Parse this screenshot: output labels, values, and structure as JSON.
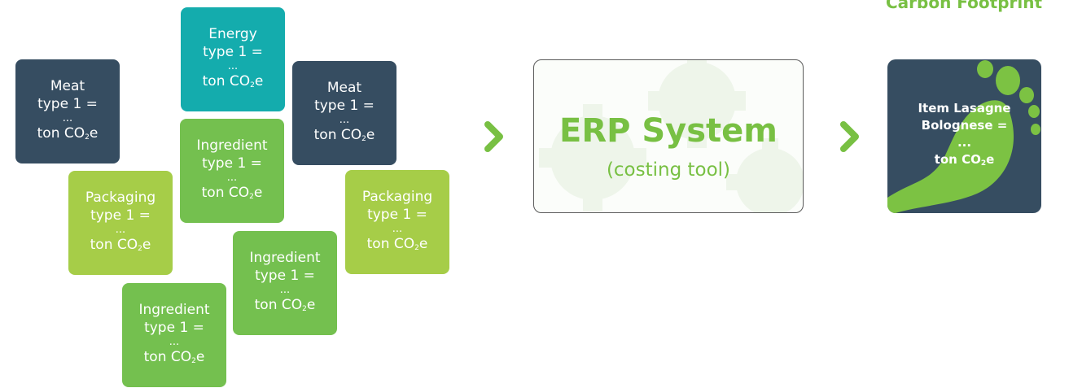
{
  "header": {
    "title": "Carbon Footprint"
  },
  "tiles": [
    {
      "l1": "Energy",
      "l2": "type 1 =",
      "dots": "...",
      "unit_a": "ton CO",
      "unit_sub": "2",
      "unit_b": "e"
    },
    {
      "l1": "Meat",
      "l2": "type 1 =",
      "dots": "...",
      "unit_a": "ton CO",
      "unit_sub": "2",
      "unit_b": "e"
    },
    {
      "l1": "Meat",
      "l2": "type 1 =",
      "dots": "...",
      "unit_a": "ton CO",
      "unit_sub": "2",
      "unit_b": "e"
    },
    {
      "l1": "Ingredient",
      "l2": "type 1 =",
      "dots": "...",
      "unit_a": "ton CO",
      "unit_sub": "2",
      "unit_b": "e"
    },
    {
      "l1": "Packaging",
      "l2": "type 1 =",
      "dots": "...",
      "unit_a": "ton CO",
      "unit_sub": "2",
      "unit_b": "e"
    },
    {
      "l1": "Packaging",
      "l2": "type 1 =",
      "dots": "...",
      "unit_a": "ton CO",
      "unit_sub": "2",
      "unit_b": "e"
    },
    {
      "l1": "Ingredient",
      "l2": "type 1 =",
      "dots": "...",
      "unit_a": "ton CO",
      "unit_sub": "2",
      "unit_b": "e"
    },
    {
      "l1": "Ingredient",
      "l2": "type 1 =",
      "dots": "...",
      "unit_a": "ton CO",
      "unit_sub": "2",
      "unit_b": "e"
    }
  ],
  "erp": {
    "title": "ERP System",
    "subtitle": "(costing tool)"
  },
  "result": {
    "l1": "Item Lasagne",
    "l2": "Bolognese =",
    "dots": "...",
    "unit_a": "ton CO",
    "unit_sub": "2",
    "unit_b": "e"
  },
  "colors": {
    "navy": "#364d61",
    "teal": "#14acad",
    "green": "#74c04f",
    "lime": "#a6cd48",
    "accent": "#78c043"
  }
}
